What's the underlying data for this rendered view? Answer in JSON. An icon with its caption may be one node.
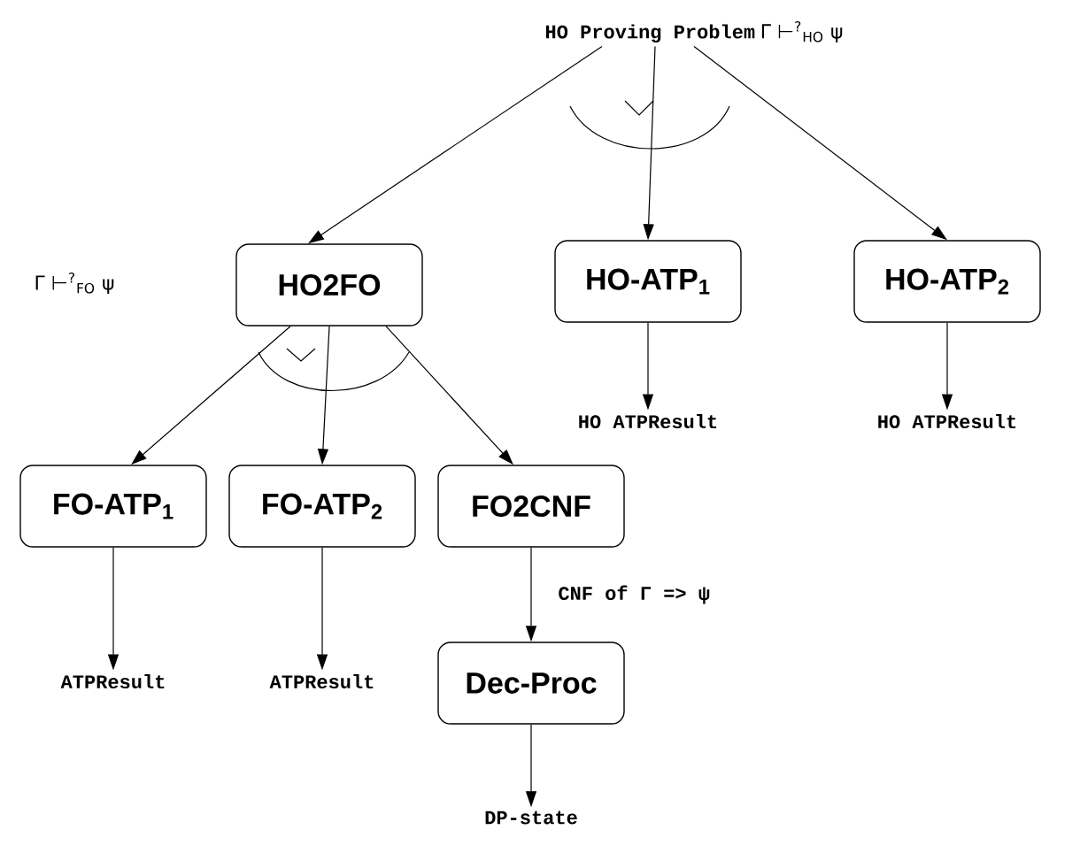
{
  "diagram": {
    "nodes": [
      {
        "text": [
          "HO Proving Problem",
          "Γ ⊢$^{?}$$_{HO}$ ψ"
        ]
      },
      {
        "text": [
          "HO2FO"
        ]
      },
      {
        "text": [
          "HO-ATP$_{1}$"
        ]
      },
      {
        "text": [
          "HO-ATP$_{2}$"
        ]
      },
      {
        "text": [
          "FO-ATP$_{1}$"
        ]
      },
      {
        "text": [
          "FO-ATP$_{2}$"
        ]
      },
      {
        "text": [
          "FO2CNF"
        ]
      },
      {
        "text": [
          "HO ATPResult"
        ]
      },
      {
        "text": [
          "HO ATPResult"
        ]
      },
      {
        "text": [
          "ATPResult"
        ]
      },
      {
        "text": [
          "ATPResult"
        ]
      },
      {
        "text": [
          "Dec-Proc"
        ]
      },
      {
        "text": [
          "DP-state"
        ]
      }
    ],
    "edges": [
      {
        "from": 0,
        "to": 1,
        "arrow": "to"
      },
      {
        "from": 0,
        "to": 2,
        "arrow": "to"
      },
      {
        "from": 0,
        "to": 3,
        "arrow": "to"
      },
      {
        "from": 1,
        "to": 4,
        "arrow": "to"
      },
      {
        "from": 1,
        "to": 5,
        "arrow": "to"
      },
      {
        "from": 1,
        "to": 6,
        "arrow": "to"
      },
      {
        "from": 2,
        "to": 7,
        "arrow": "to"
      },
      {
        "from": 3,
        "to": 8,
        "arrow": "to"
      },
      {
        "from": 4,
        "to": 9,
        "arrow": "to"
      },
      {
        "from": 5,
        "to": 10,
        "arrow": "to"
      },
      {
        "from": 6,
        "to": 11,
        "arrow": "to",
        "label": "CNF of Γ => ψ"
      },
      {
        "from": 11,
        "to": 12,
        "arrow": "to"
      }
    ],
    "labels": [
      "Γ ⊢$^{?}$$_{FO}$ ψ"
    ]
  }
}
